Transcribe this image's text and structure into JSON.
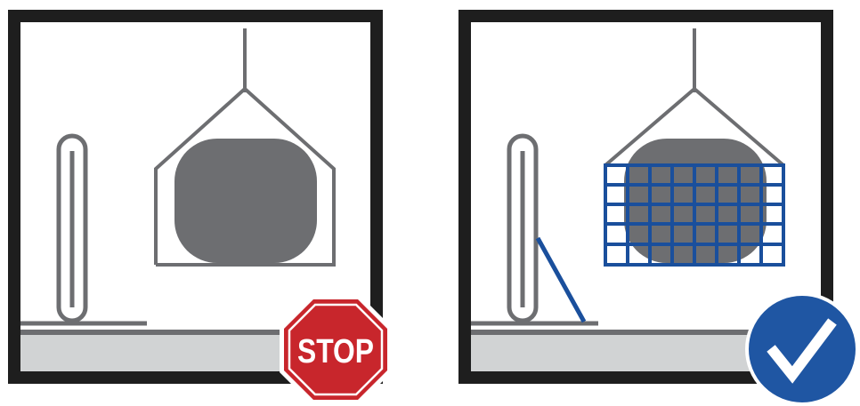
{
  "panels": [
    {
      "id": "left",
      "status": "incorrect",
      "badge": {
        "type": "stop-sign",
        "text": "STOP",
        "color": "#c8262c"
      }
    },
    {
      "id": "right",
      "status": "correct",
      "badge": {
        "type": "check-circle",
        "text": "",
        "color": "#1f56a3"
      },
      "net_color": "#1a4f9c"
    }
  ],
  "colors": {
    "frame": "#1e1e1e",
    "ground": "#d1d3d4",
    "load": "#6d6e71",
    "line": "#6d6e71"
  }
}
